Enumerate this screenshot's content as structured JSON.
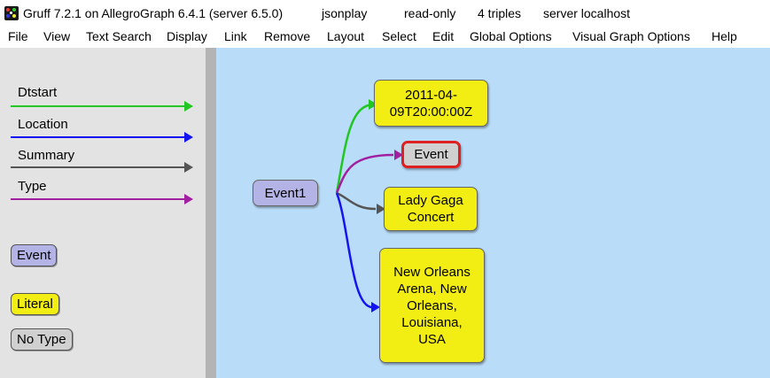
{
  "titlebar": {
    "app_title": "Gruff 7.2.1 on AllegroGraph 6.4.1 (server 6.5.0)",
    "store": "jsonplay",
    "mode": "read-only",
    "triples": "4 triples",
    "server": "server localhost"
  },
  "menu": [
    "File",
    "View",
    "Text Search",
    "Display",
    "Link",
    "Remove",
    "Layout",
    "Select",
    "Edit",
    "Global Options",
    "Visual Graph Options",
    "Help"
  ],
  "legend": {
    "predicates": [
      {
        "label": "Dtstart",
        "color": "#22c622"
      },
      {
        "label": "Location",
        "color": "#1414f0"
      },
      {
        "label": "Summary",
        "color": "#555555"
      },
      {
        "label": "Type",
        "color": "#a020a0"
      }
    ],
    "types": [
      {
        "label": "Event",
        "color": "#b3b3e6"
      },
      {
        "label": "Literal",
        "color": "#f2ee14"
      },
      {
        "label": "No Type",
        "color": "#d0d0d0"
      }
    ]
  },
  "graph": {
    "center": "Event1",
    "dtstart": "2011-04-09T20:00:00Z",
    "type": "Event",
    "summary": "Lady Gaga Concert",
    "location": "New Orleans Arena, New Orleans, Louisiana, USA"
  },
  "colors": {
    "canvas_bg": "#b9dcf8",
    "legend_bg": "#e3e3e3",
    "selected_border": "#e02020"
  }
}
